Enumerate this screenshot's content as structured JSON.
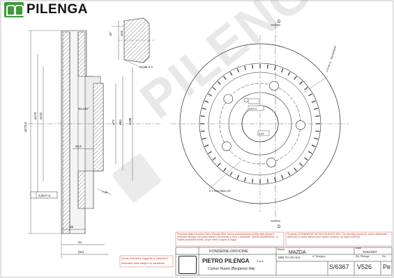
{
  "brand": {
    "name": "PILENGA",
    "watermark": "PILENGA"
  },
  "dimensions": {
    "d_outer": "ø273,5",
    "d_a": "ø174",
    "d_b": "ø142",
    "d_c": "ø72",
    "d_d": "ø64",
    "d_e": "ø168",
    "thread": "10°",
    "d_small": "ø18",
    "scale": "Scala 3:1",
    "chamfer": "33,x45°",
    "w_40": "40,5",
    "w_7": "7,4±",
    "runout": "0,05 F-C",
    "w_28": "28",
    "w_44": "44",
    "w_51": "(51)",
    "bolt_label": "ø114,3",
    "center": "ø 64",
    "holes_note": "n°1 foro M8x1,25",
    "sensor": "n°5 fori ø... Equidistanti",
    "section_mark": "D"
  },
  "notes": {
    "italian": "Proprietà della Fonderie Pietro Pilenga SPA. Senza autorizzazione scritta della stessa il presente disegno non potrà essere comunicato a terzi e riprodotto. Ianche parzialmente. Lo violatà proprietari tutela i propri diritti a rigore di legge.",
    "english": "Property of FONDERIE PIETRO PILENGA SPA. The drawing cannot be copied distributed disclosed or used without prior written consent. All rights reserved.",
    "ind_it": "Quote indicative soggette a variazioni",
    "ind_en": "Indicative data subject to variations"
  },
  "title_block": {
    "company_line1": "FONDERIE-OFFICINE",
    "company_line2": "PIETRO  PILENGA",
    "company_suffix": "S.p.A.",
    "company_city": "Comun Nuovo (Bergamo) Italy",
    "marca_label": "Marca",
    "marca": "MAZDA",
    "date_label": "Data",
    "date": "20/03/2007",
    "min_th": "MIN TH  26  mm.",
    "disegno_label": "n° Disegno",
    "rif_label": "Rif. Pilenga",
    "ed_label": "Ed.",
    "code": "S/6367",
    "ref": "V526",
    "ed": "Pe"
  }
}
